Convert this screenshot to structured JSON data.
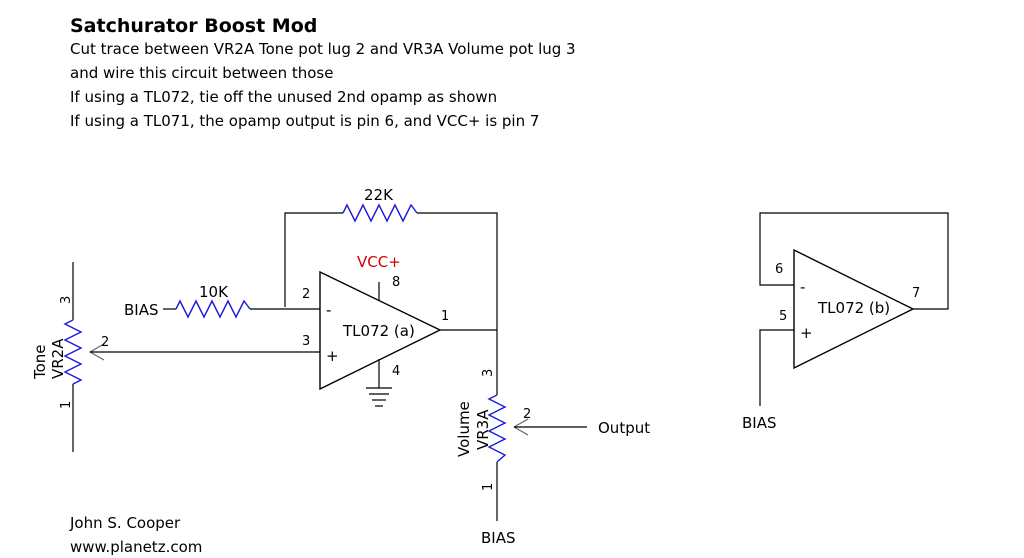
{
  "header": {
    "title": "Satchurator Boost Mod",
    "notes": [
      "Cut trace between VR2A Tone pot lug 2 and VR3A Volume pot lug 3",
      "and wire this circuit between those",
      "If using a TL072, tie off the unused 2nd opamp as shown",
      "If using a TL071, the opamp output is pin 6, and VCC+ is pin 7"
    ]
  },
  "schematic": {
    "feedback_resistor": "22K",
    "input_resistor": "10K",
    "bias_input": "BIAS",
    "supply_label": "VCC+",
    "supply_color": "#d40000",
    "resistor_color": "#1a1adc",
    "opamp_a": {
      "label": "TL072 (a)",
      "pin_inv": "2",
      "pin_noninv": "3",
      "pin_out": "1",
      "pin_vcc": "8",
      "pin_gnd": "4",
      "minus": "-",
      "plus": "+"
    },
    "tone_pot": {
      "name": "Tone",
      "ref": "VR2A",
      "lug1": "1",
      "lug2": "2",
      "lug3": "3"
    },
    "volume_pot": {
      "name": "Volume",
      "ref": "VR3A",
      "lug1": "1",
      "lug2": "2",
      "lug3": "3"
    },
    "output_label": "Output",
    "volume_bias": "BIAS",
    "opamp_b": {
      "label": "TL072 (b)",
      "pin_inv": "6",
      "pin_noninv": "5",
      "pin_out": "7",
      "minus": "-",
      "plus": "+",
      "bias": "BIAS"
    }
  },
  "footer": {
    "author": "John S. Cooper",
    "website": "www.planetz.com"
  }
}
